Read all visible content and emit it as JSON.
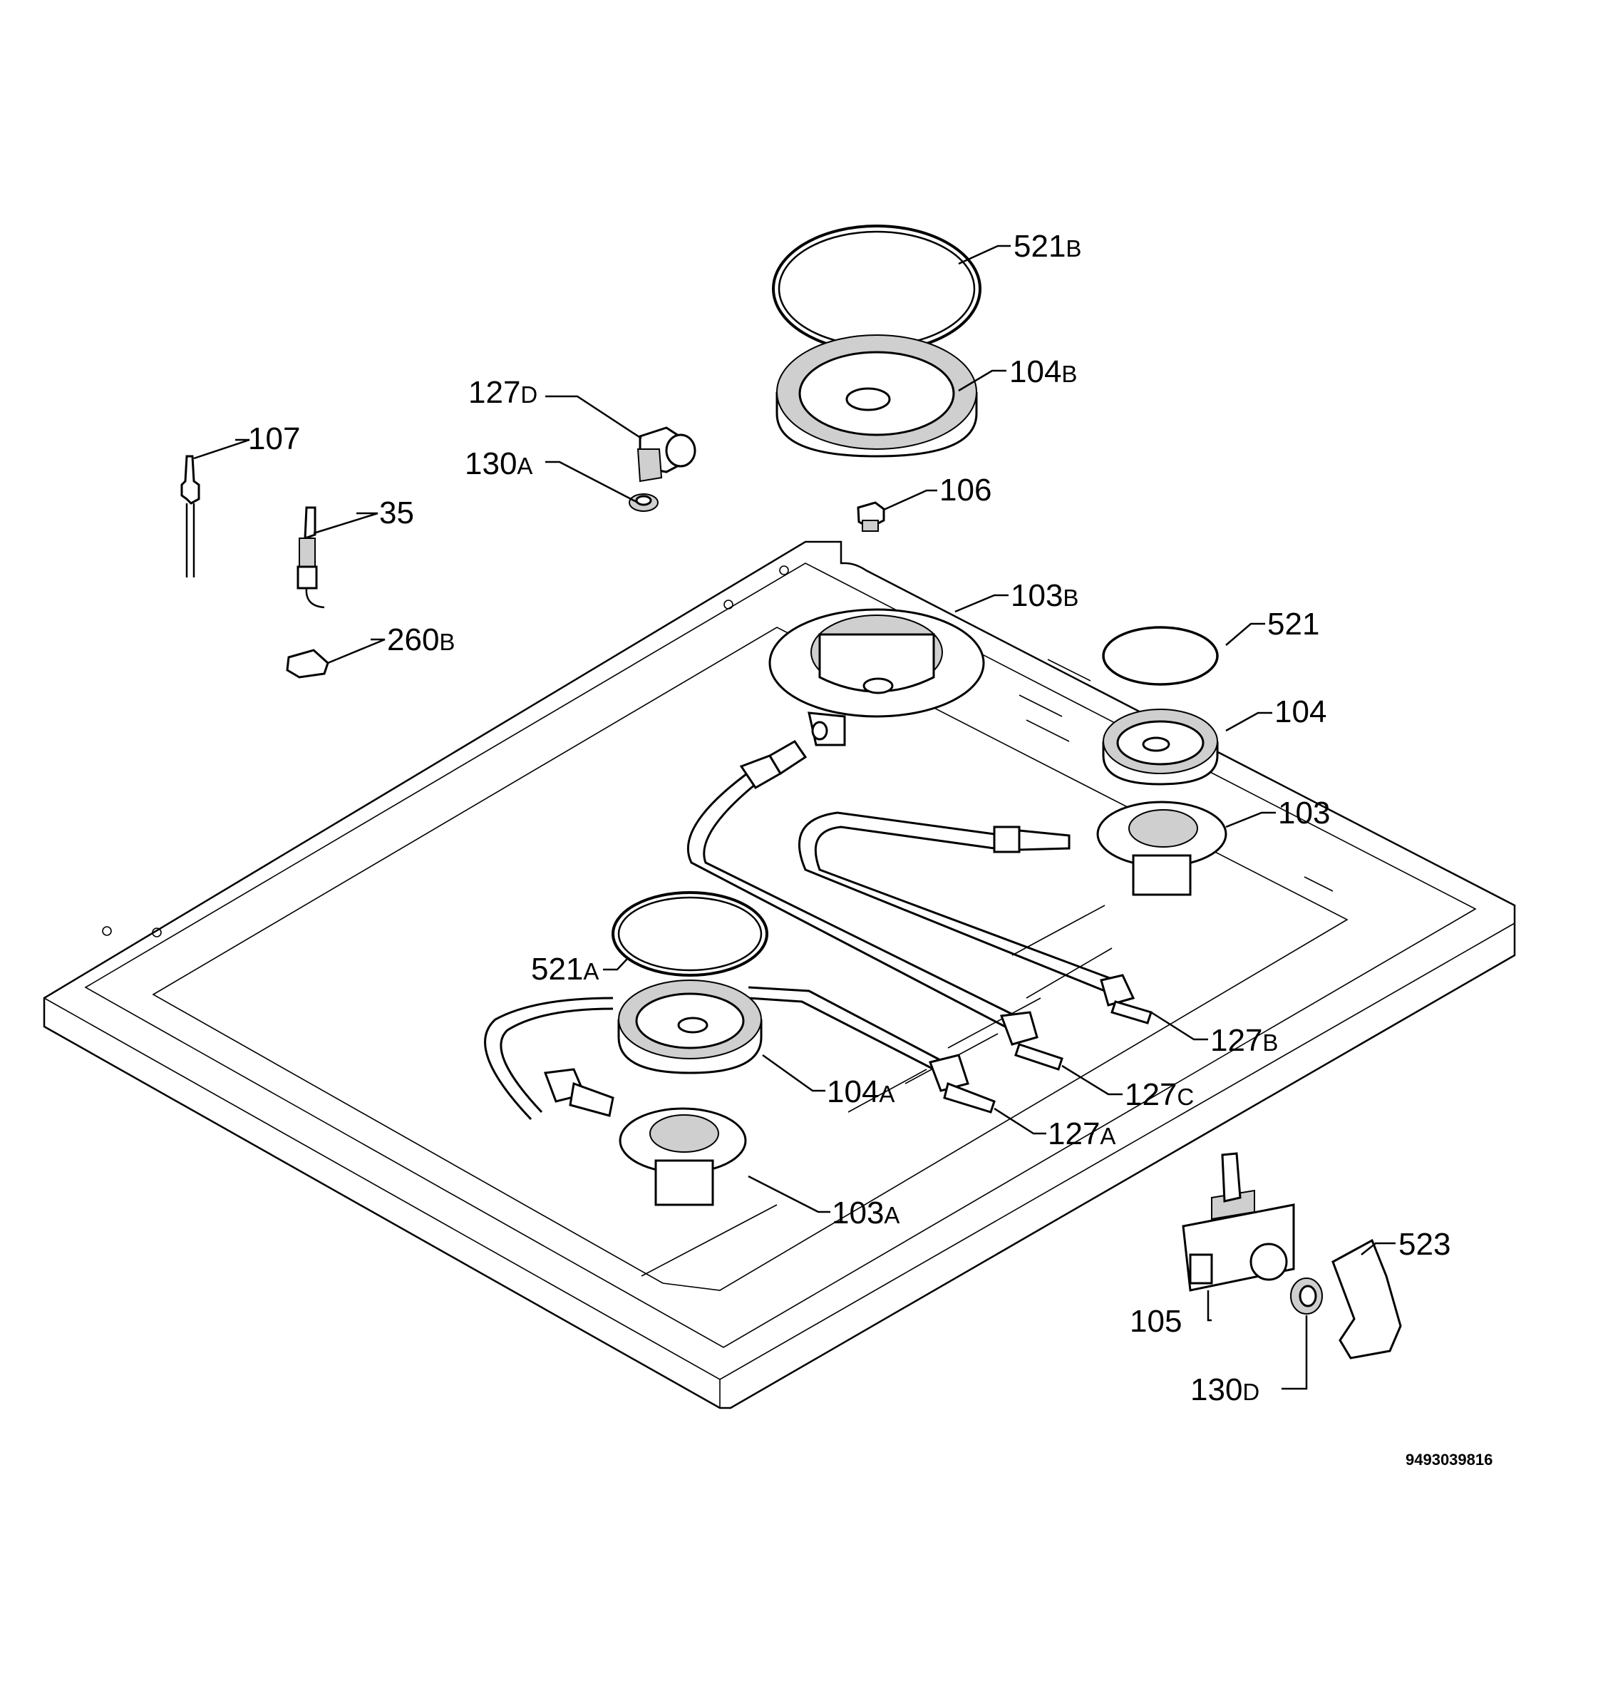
{
  "labels": {
    "l521b": {
      "num": "521",
      "suf": "B"
    },
    "l104b": {
      "num": "104",
      "suf": "B"
    },
    "l127d": {
      "num": "127",
      "suf": "D"
    },
    "l130a": {
      "num": "130",
      "suf": "A"
    },
    "l107": {
      "num": "107",
      "suf": ""
    },
    "l35": {
      "num": "35",
      "suf": ""
    },
    "l106": {
      "num": "106",
      "suf": ""
    },
    "l103b": {
      "num": "103",
      "suf": "B"
    },
    "l521": {
      "num": "521",
      "suf": ""
    },
    "l260b": {
      "num": "260",
      "suf": "B"
    },
    "l104": {
      "num": "104",
      "suf": ""
    },
    "l103": {
      "num": "103",
      "suf": ""
    },
    "l521a": {
      "num": "521",
      "suf": "A"
    },
    "l127b": {
      "num": "127",
      "suf": "B"
    },
    "l127c": {
      "num": "127",
      "suf": "C"
    },
    "l104a": {
      "num": "104",
      "suf": "A"
    },
    "l127a": {
      "num": "127",
      "suf": "A"
    },
    "l103a": {
      "num": "103",
      "suf": "A"
    },
    "l523": {
      "num": "523",
      "suf": ""
    },
    "l105": {
      "num": "105",
      "suf": ""
    },
    "l130d": {
      "num": "130",
      "suf": "D"
    }
  },
  "drawing_code": "9493039816"
}
